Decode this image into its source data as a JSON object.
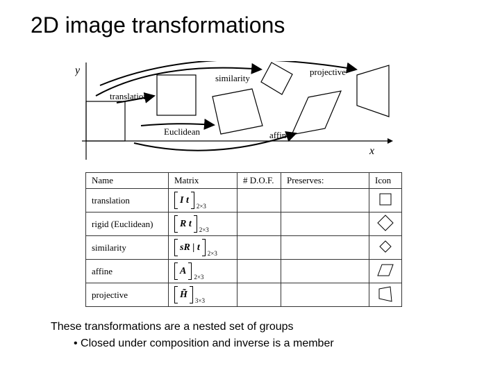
{
  "title": "2D image transformations",
  "figure": {
    "axis_y": "y",
    "axis_x": "x",
    "labels": {
      "translation": "translation",
      "euclidean": "Euclidean",
      "similarity": "similarity",
      "affine": "affine",
      "projective": "projective"
    }
  },
  "table": {
    "headers": [
      "Name",
      "Matrix",
      "# D.O.F.",
      "Preserves:",
      "Icon"
    ],
    "rows": [
      {
        "name": "translation",
        "matrix": "I   t",
        "dim": "2×3"
      },
      {
        "name": "rigid (Euclidean)",
        "matrix": "R   t",
        "dim": "2×3"
      },
      {
        "name": "similarity",
        "matrix": "sR | t",
        "dim": "2×3"
      },
      {
        "name": "affine",
        "matrix": "A",
        "dim": "2×3"
      },
      {
        "name": "projective",
        "matrix": "H̃",
        "dim": "3×3"
      }
    ]
  },
  "caption": "These transformations are a nested set of groups",
  "bullet": "• Closed under composition and inverse is a member"
}
